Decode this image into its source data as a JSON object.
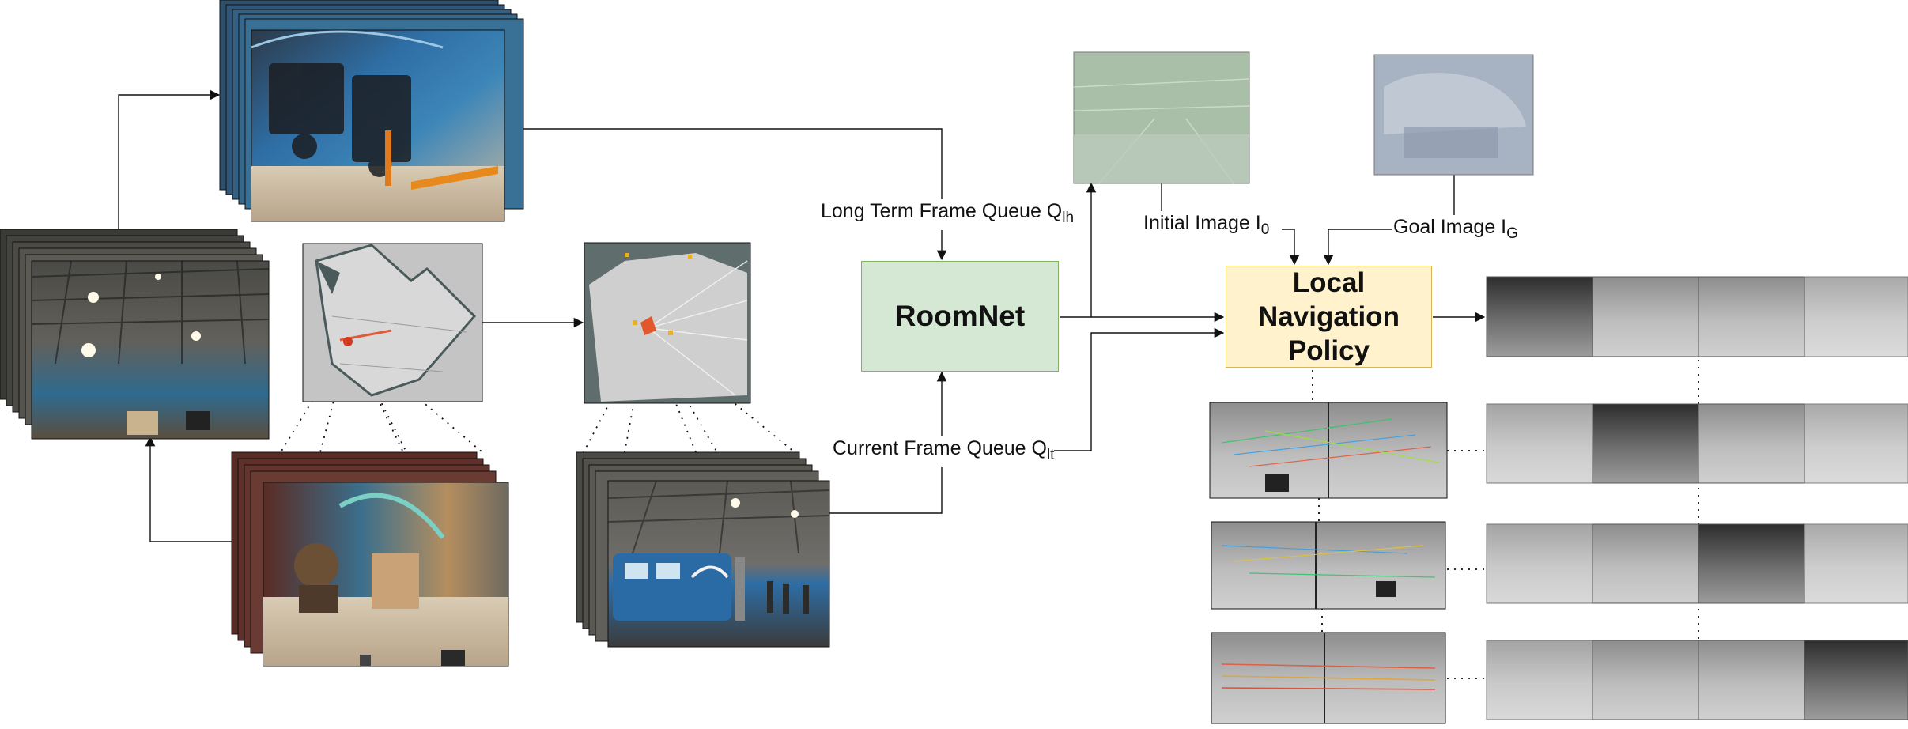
{
  "diagram": {
    "nodes": {
      "roomnet": "RoomNet",
      "local_navigation_policy": "Local\nNavigation\nPolicy"
    },
    "labels": {
      "long_term_queue": {
        "text": "Long Term Frame Queue Q",
        "sub": "lh"
      },
      "current_queue": {
        "text": "Current Frame Queue Q",
        "sub": "lt"
      },
      "initial_image": {
        "text": "Initial Image I",
        "sub": "0"
      },
      "goal_image": {
        "text": "Goal Image I",
        "sub": "G"
      }
    },
    "colors": {
      "roomnet_fill": "#d5e8d4",
      "roomnet_border": "#82b366",
      "policy_fill": "#fff2cc",
      "policy_border": "#d6b656",
      "initial_image_tint": "#a9bfa8",
      "goal_image_tint": "#a7b2c2",
      "edge": "#111111"
    },
    "panels": {
      "photo_stacks": [
        "warehouse-mural-stack",
        "warehouse-ceiling-stack",
        "mural-closeup-stack",
        "train-stack"
      ],
      "occupancy_maps": [
        "grid-map-left",
        "grid-map-right"
      ],
      "match_pairs": 3,
      "thumbnail_grid": {
        "rows": 4,
        "cols": 4
      }
    }
  }
}
